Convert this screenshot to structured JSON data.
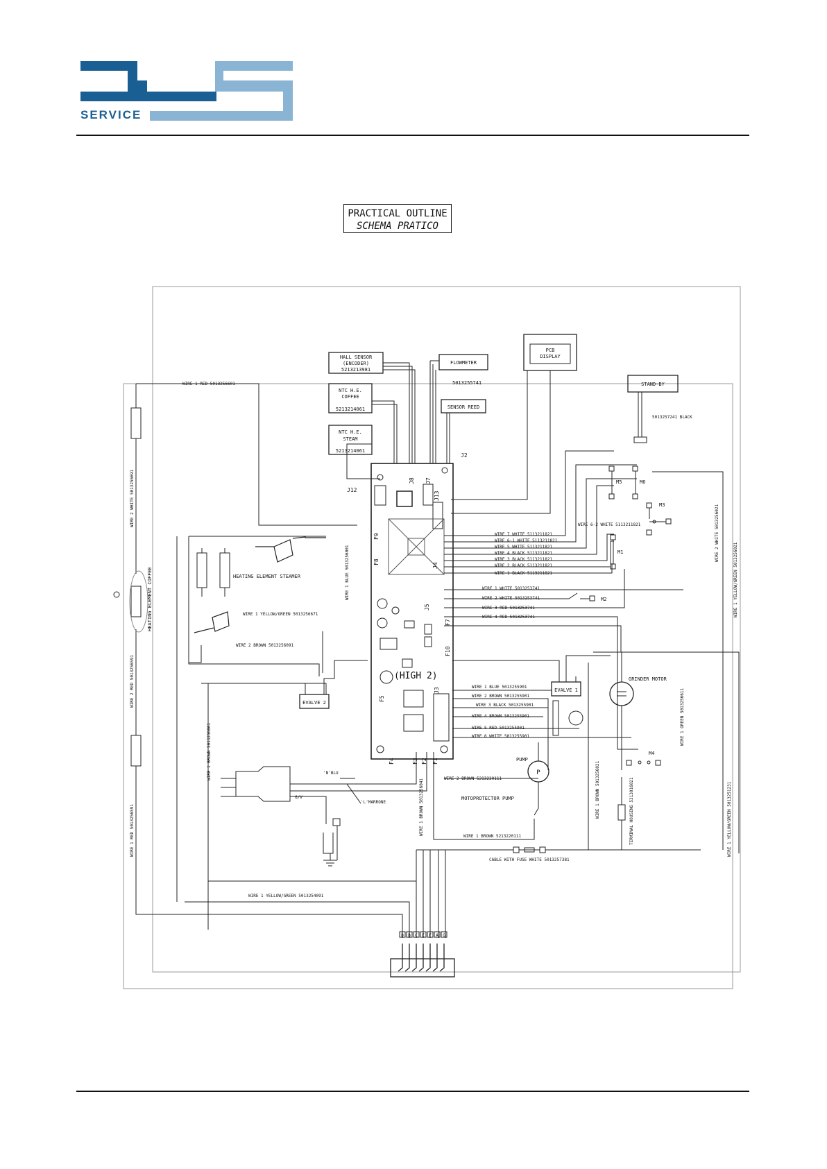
{
  "brand": {
    "logo_text": "DLS",
    "service_label": "SERVICE",
    "color_dark": "#1a5f93",
    "color_light": "#8ab4d4"
  },
  "title": {
    "line1": "PRACTICAL OUTLINE",
    "line2": "SCHEMA PRATICO"
  },
  "components": {
    "hall_sensor": [
      "HALL SENSOR",
      "(ENCODER)",
      "5213213981"
    ],
    "ntc_coffee": [
      "NTC  H.E.",
      "COFFEE",
      "5213214061"
    ],
    "ntc_steam": [
      "NTC  H.E.",
      "STEAM",
      "5213214061"
    ],
    "flowmeter": "FLOWMETER",
    "sensor_reed": "SENSOR REED",
    "sensor_code": "5013255741",
    "pcb_display": [
      "PCB",
      "DISPLAY"
    ],
    "standby": "STAND-BY",
    "standby_cable": "5013257241 BLACK",
    "board_model": "(HIGH 2)",
    "evalve1": "EVALVE 1",
    "evalve2": "EVALVE 2",
    "grinder_motor": "GRINDER MOTOR",
    "pump": "PUMP",
    "motoprotector": "MOTOPROTECTOR PUMP",
    "heating_steamer": "HEATING ELEMENT STEAMER",
    "heating_coffee": "HEATING ELEMENT COFFEE",
    "fuse_cable": "CABLE WITH FUSE  WHITE  5013257381",
    "terminal_housing": "TERMINAL HOUSING  5313016021"
  },
  "connectors": {
    "j2": "J2",
    "j3": "J3",
    "j4": "J4",
    "j5": "J5",
    "j7": "J7",
    "j8": "J8",
    "j12": "J12",
    "j13": "J13",
    "f1": "F1",
    "f2": "F2",
    "f3": "F3",
    "f4": "F4",
    "f5": "F5",
    "f6": "F6",
    "f7": "F7",
    "f8": "F8",
    "f9": "F9",
    "f10": "F10"
  },
  "switches": {
    "m1": "M1",
    "m2": "M2",
    "m3": "M3",
    "m4": "M4",
    "m5": "M5",
    "m6": "M6"
  },
  "plug": {
    "n": "'N'BLU",
    "l": "'L'MARRONE",
    "gv": "G/V"
  },
  "j4_wires": [
    "WIRE 7 WHITE 5113211821",
    "WIRE 6-1 WHITE 5113211821",
    "WIRE 5 WHITE 5113211821",
    "WIRE 4 BLACK 5113211821",
    "WIRE 3 BLACK 5113211821",
    "WIRE 2 BLACK 5113211821",
    "WIRE 1 BLACK 5113211821"
  ],
  "wire_62": "WIRE 6-2 WHITE 5113211821",
  "j5_wires": [
    "WIRE 1 WHITE 5013253741",
    "WIRE 2 WHITE 5013253741",
    "WIRE 3 RED 5013253741",
    "WIRE 4 RED 5013253741"
  ],
  "j3_wires": [
    "WIRE 1 BLUE 5013255901",
    "WIRE 2 BROWN 5013255901",
    "WIRE 3 BLACK 5013255901",
    "WIRE 4 BROWN 5013255901",
    "WIRE 5 RED 5013255901",
    "WIRE 6 WHITE 5013255901"
  ],
  "wires": {
    "top_red": "WIRE 1 RED 5013256601",
    "left_white": "WIRE 2 WHITE 5013256691",
    "left_red2": "WIRE 2 RED 5013256591",
    "left_red1": "WIRE 1 RED 5013256591",
    "blue": "WIRE 1 BLUE 5013256001",
    "yg_left": "WIRE 1 YELLOW/GREEN 5013256671",
    "brown2_left": "WIRE 2 BROWN 5013256091",
    "brown1_left": "WIRE 1 BROWN 5013256061",
    "yg_bottom": "WIRE 1 YELLOW/GREEN 5013254091",
    "brown1_mid": "WIRE 1 BROWN 5013256041",
    "pump_brown2": "WIRE 2 BROWN  5213220111",
    "pump_brown1": "WIRE 1 BROWN  5213220111",
    "brown_right": "WIRE 1 BROWN 5013256021",
    "green_right": "WIRE 1 GREEN 5013256611",
    "right_white2": "WIRE 2 WHITE 5013256021",
    "right_yg1": "WIRE 1 YELLOW/GREEN 5013256021",
    "right_yg_bottom": "WIRE 1 YELLOW/GREEN 5013251231"
  },
  "terminals": [
    "D",
    "B",
    "C",
    "E",
    "F",
    "A",
    "G"
  ]
}
